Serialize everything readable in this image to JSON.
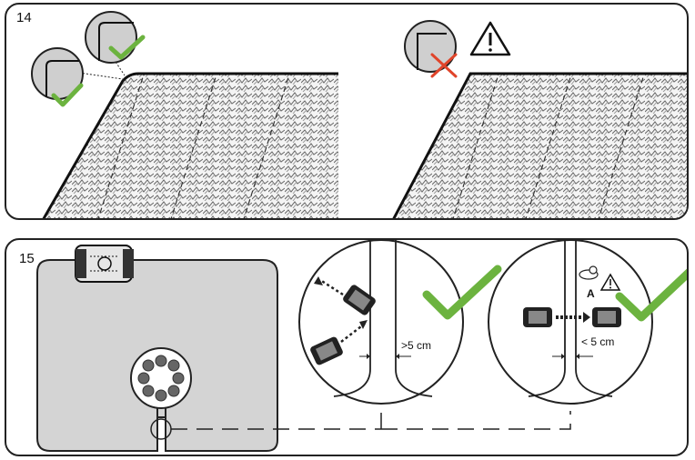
{
  "steps": {
    "step14": {
      "number": "14"
    },
    "step15": {
      "number": "15",
      "label_a": "A",
      "measure_ok": ">5 cm",
      "measure_warn": "< 5 cm"
    }
  },
  "colors": {
    "check": "#6cb33f",
    "cross": "#e0442a",
    "lawn_area": "#d4d4d4",
    "outline": "#222222"
  },
  "icons": [
    "check-icon",
    "cross-icon",
    "warning-icon",
    "robot-mower-icon",
    "charging-station-icon"
  ]
}
